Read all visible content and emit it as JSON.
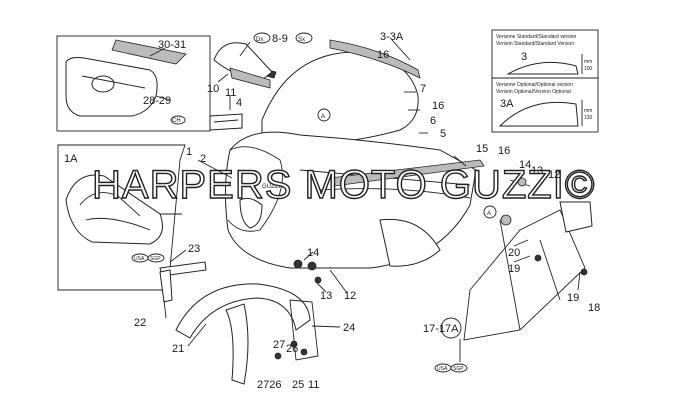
{
  "watermark": "HARPERS MOTO GUZZI©",
  "callouts": {
    "p30_31": "30-31",
    "p28_29": "28-29",
    "ch": "CH",
    "dx": "Dx",
    "p8_9": "8-9",
    "sx": "Sx",
    "p3_3a": "3-3A",
    "p16_top": "16",
    "p7": "7",
    "p16_mid": "16",
    "p6": "6",
    "p5": "5",
    "p10": "10",
    "p11_top": "11",
    "p4": "4",
    "p1": "1",
    "p2": "2",
    "p1a": "1A",
    "p15": "15",
    "p16_right": "16",
    "p14_right": "14",
    "p13_right": "13",
    "p12_right": "12",
    "a_marker_screen": "A",
    "a_marker_frame": "A",
    "p23": "23",
    "p22": "22",
    "p14_mid": "14",
    "p13_mid": "13",
    "p12_mid": "12",
    "p20": "20",
    "p19_a": "19",
    "p19_b": "19",
    "p18": "18",
    "p24": "24",
    "p21": "21",
    "p27_a": "27",
    "p26_a": "26",
    "p27_26": "2726",
    "p25": "25",
    "p11_bottom": "11",
    "p17_17a": "17-17A",
    "usa_sgp_1": "USA",
    "sgp_1": "SGP",
    "usa_sgp_2": "USA",
    "sgp_2": "SGP"
  },
  "versions": {
    "standard": {
      "line1": "Versione Standard/Standard version",
      "line2": "Version Standard/Standard Version",
      "number": "3",
      "mm": "mm",
      "height": "100"
    },
    "optional": {
      "line1": "Versione Optional/Optional version",
      "line2": "Version Optional/Version Optional",
      "number": "3A",
      "mm": "mm",
      "height": "130"
    }
  },
  "decal": "GUZZI"
}
